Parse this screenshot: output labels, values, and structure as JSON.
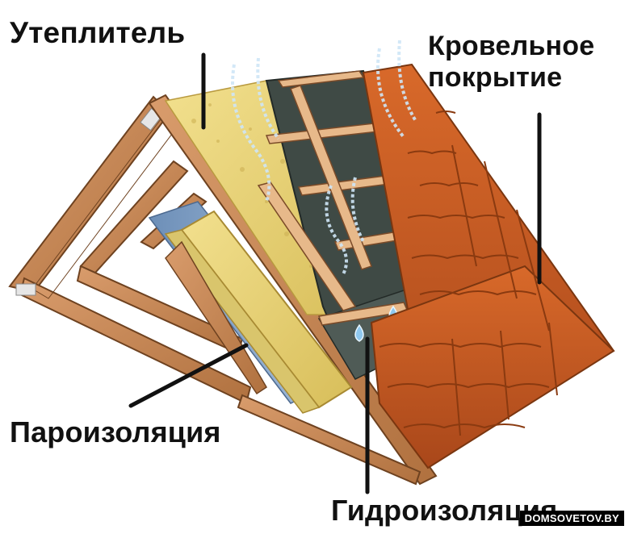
{
  "labels": {
    "insulation": "Утеплитель",
    "roofing_line1": "Кровельное",
    "roofing_line2": "покрытие",
    "vapor_barrier": "Пароизоляция",
    "waterproofing": "Гидроизоляция"
  },
  "watermark": "DOMSOVETOV.BY",
  "colors": {
    "wood": "#c8875a",
    "wood_dark": "#7a4a28",
    "insulation": "#e8d27a",
    "membrane": "#3f4a45",
    "tile": "#c65a1e",
    "tile_dark": "#8a3a10",
    "vapor_film": "#7c9cc0"
  },
  "icons": [
    "airflow-arrows-icon",
    "water-drop-icon"
  ]
}
